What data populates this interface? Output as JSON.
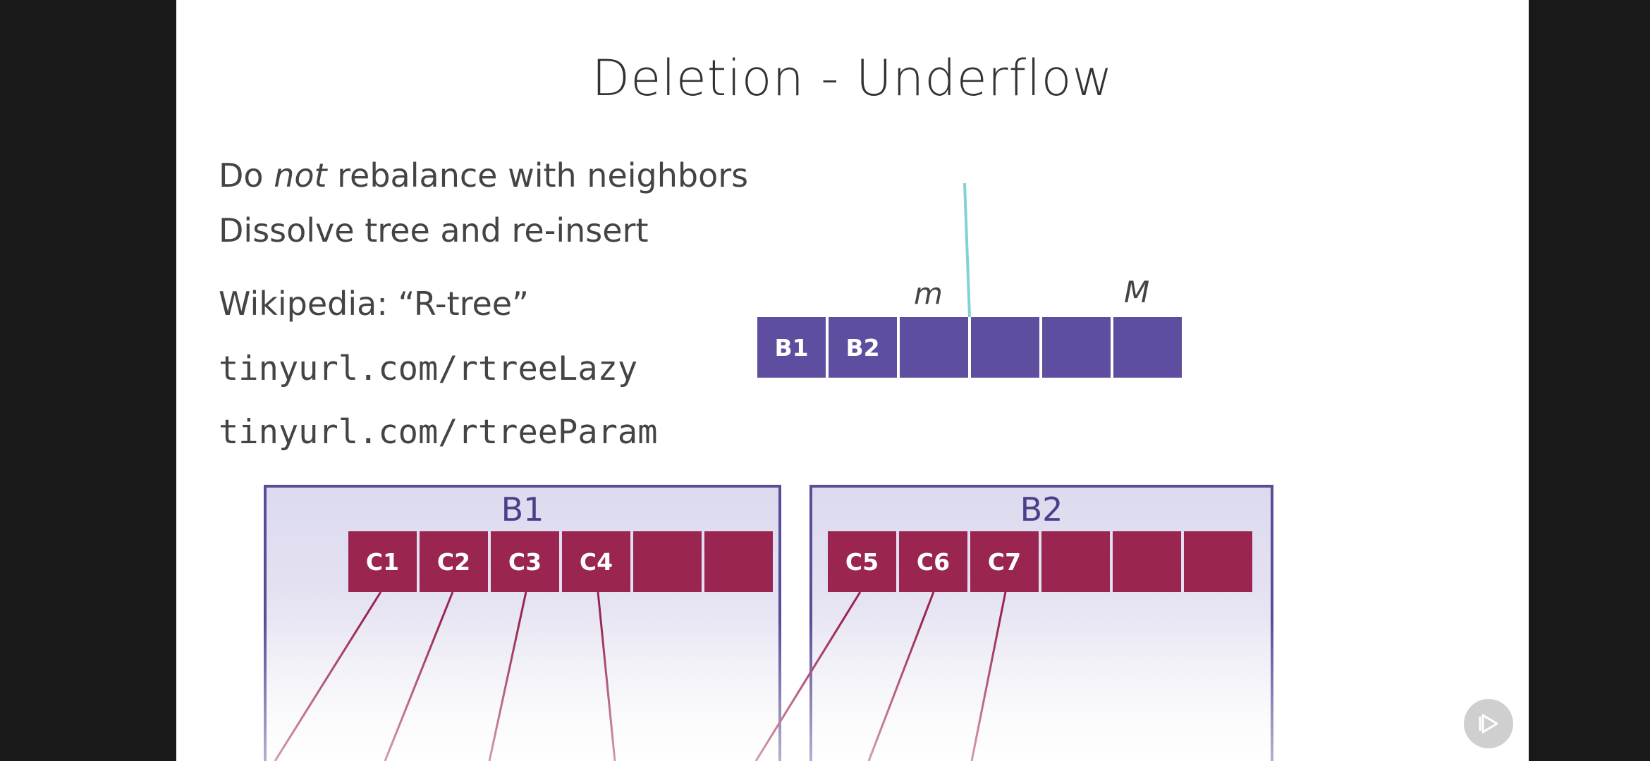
{
  "slide": {
    "title": "Deletion - Underflow",
    "bullets": {
      "b1_pre": "Do ",
      "b1_em": "not",
      "b1_post": " rebalance with neighbors",
      "b2": "Dissolve tree and re-insert",
      "b3": "Wikipedia: “R-tree”"
    },
    "links": [
      "tinyurl.com/rtreeLazy",
      "tinyurl.com/rtreeParam"
    ],
    "node_labels": {
      "min": "m",
      "max": "M"
    },
    "top_node": [
      "B1",
      "B2",
      "",
      "",
      "",
      ""
    ],
    "child_nodes": [
      {
        "label": "B1",
        "entries": [
          "C1",
          "C2",
          "C3",
          "C4",
          "",
          ""
        ]
      },
      {
        "label": "B2",
        "entries": [
          "C5",
          "C6",
          "C7",
          "",
          "",
          ""
        ]
      }
    ]
  },
  "player": {
    "icon": "play-icon"
  },
  "colors": {
    "top_node": "#5f4ea0",
    "child_entries": "#9a2550",
    "box_border": "#5a4d98",
    "marker_line": "#7fd3d3"
  }
}
